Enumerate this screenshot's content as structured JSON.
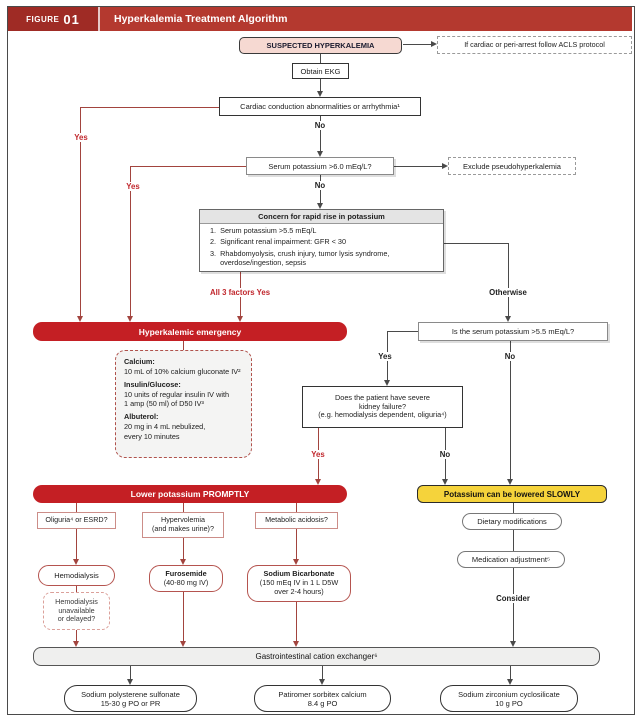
{
  "figure": {
    "label": "FIGURE",
    "number": "01",
    "title": "Hyperkalemia Treatment Algorithm"
  },
  "colors": {
    "header_red": "#b4392f",
    "figure_block_red": "#9f2b25",
    "bar_red": "#c41f24",
    "bar_yellow": "#f5d33b",
    "pink_fill": "#f6d9d2",
    "line_red": "#a2443e",
    "line_dark": "#4a4a4a",
    "label_red": "#c0262c"
  },
  "labels": {
    "yes": "Yes",
    "no": "No",
    "all3": "All 3 factors Yes",
    "otherwise": "Otherwise",
    "consider": "Consider"
  },
  "nodes": {
    "suspected": "SUSPECTED HYPERKALEMIA",
    "acls": "If cardiac or peri-arrest follow ACLS protocol",
    "obtain_ekg": "Obtain EKG",
    "cardiac": "Cardiac conduction abnormalities or arrhythmia¹",
    "serum6": "Serum potassium >6.0 mEq/L?",
    "exclude": "Exclude pseudohyperkalemia",
    "concern": {
      "title": "Concern for rapid rise in potassium",
      "items": [
        {
          "num": "1.",
          "text": "Serum potassium >5.5 mEq/L"
        },
        {
          "num": "2.",
          "text": "Significant renal impairment: GFR < 30"
        },
        {
          "num": "3.",
          "text": "Rhabdomyolysis, crush injury, tumor lysis syndrome, overdose/ingestion, sepsis"
        }
      ]
    },
    "emergency": "Hyperkalemic emergency",
    "treatment": {
      "l1": "Calcium:",
      "l2": "10 mL of 10% calcium gluconate IV²",
      "l3": "Insulin/Glucose:",
      "l4": "10 units of regular insulin IV with",
      "l5": "1 amp (50 ml) of D50 IV³",
      "l6": "Albuterol:",
      "l7": "20 mg in 4 mL nebulized,",
      "l8": "every 10 minutes"
    },
    "serum55": "Is the serum potassium >5.5 mEq/L?",
    "kidney": {
      "l1": "Does the patient have severe",
      "l2": "kidney failure?",
      "l3": "(e.g. hemodialysis dependent, oliguria⁴)"
    },
    "promptly": "Lower potassium PROMPTLY",
    "slowly": "Potassium can be lowered SLOWLY",
    "oliguria": "Oliguria⁴ or ESRD?",
    "hypervolemia": {
      "l1": "Hypervolemia",
      "l2": "(and makes urine)?"
    },
    "metabolic": "Metabolic acidosis?",
    "hemodialysis": "Hemodialysis",
    "furosemide": {
      "l1": "Furosemide",
      "l2": "(40-80 mg IV)"
    },
    "bicarbonate": {
      "l1": "Sodium Bicarbonate",
      "l2": "(150 mEq IV in 1 L D5W",
      "l3": "over 2-4 hours)"
    },
    "hd_unavailable": {
      "l1": "Hemodialysis",
      "l2": "unavailable",
      "l3": "or delayed?"
    },
    "dietary": "Dietary modifications",
    "medication": "Medication adjustment⁵",
    "gi_exchanger": "Gastrointestinal cation exchanger⁶",
    "sps": {
      "l1": "Sodium polysterene sulfonate",
      "l2": "15-30 g PO or PR"
    },
    "patiromer": {
      "l1": "Patiromer sorbitex calcium",
      "l2": "8.4 g PO"
    },
    "szc": {
      "l1": "Sodium zirconium cyclosilicate",
      "l2": "10 g PO"
    }
  }
}
